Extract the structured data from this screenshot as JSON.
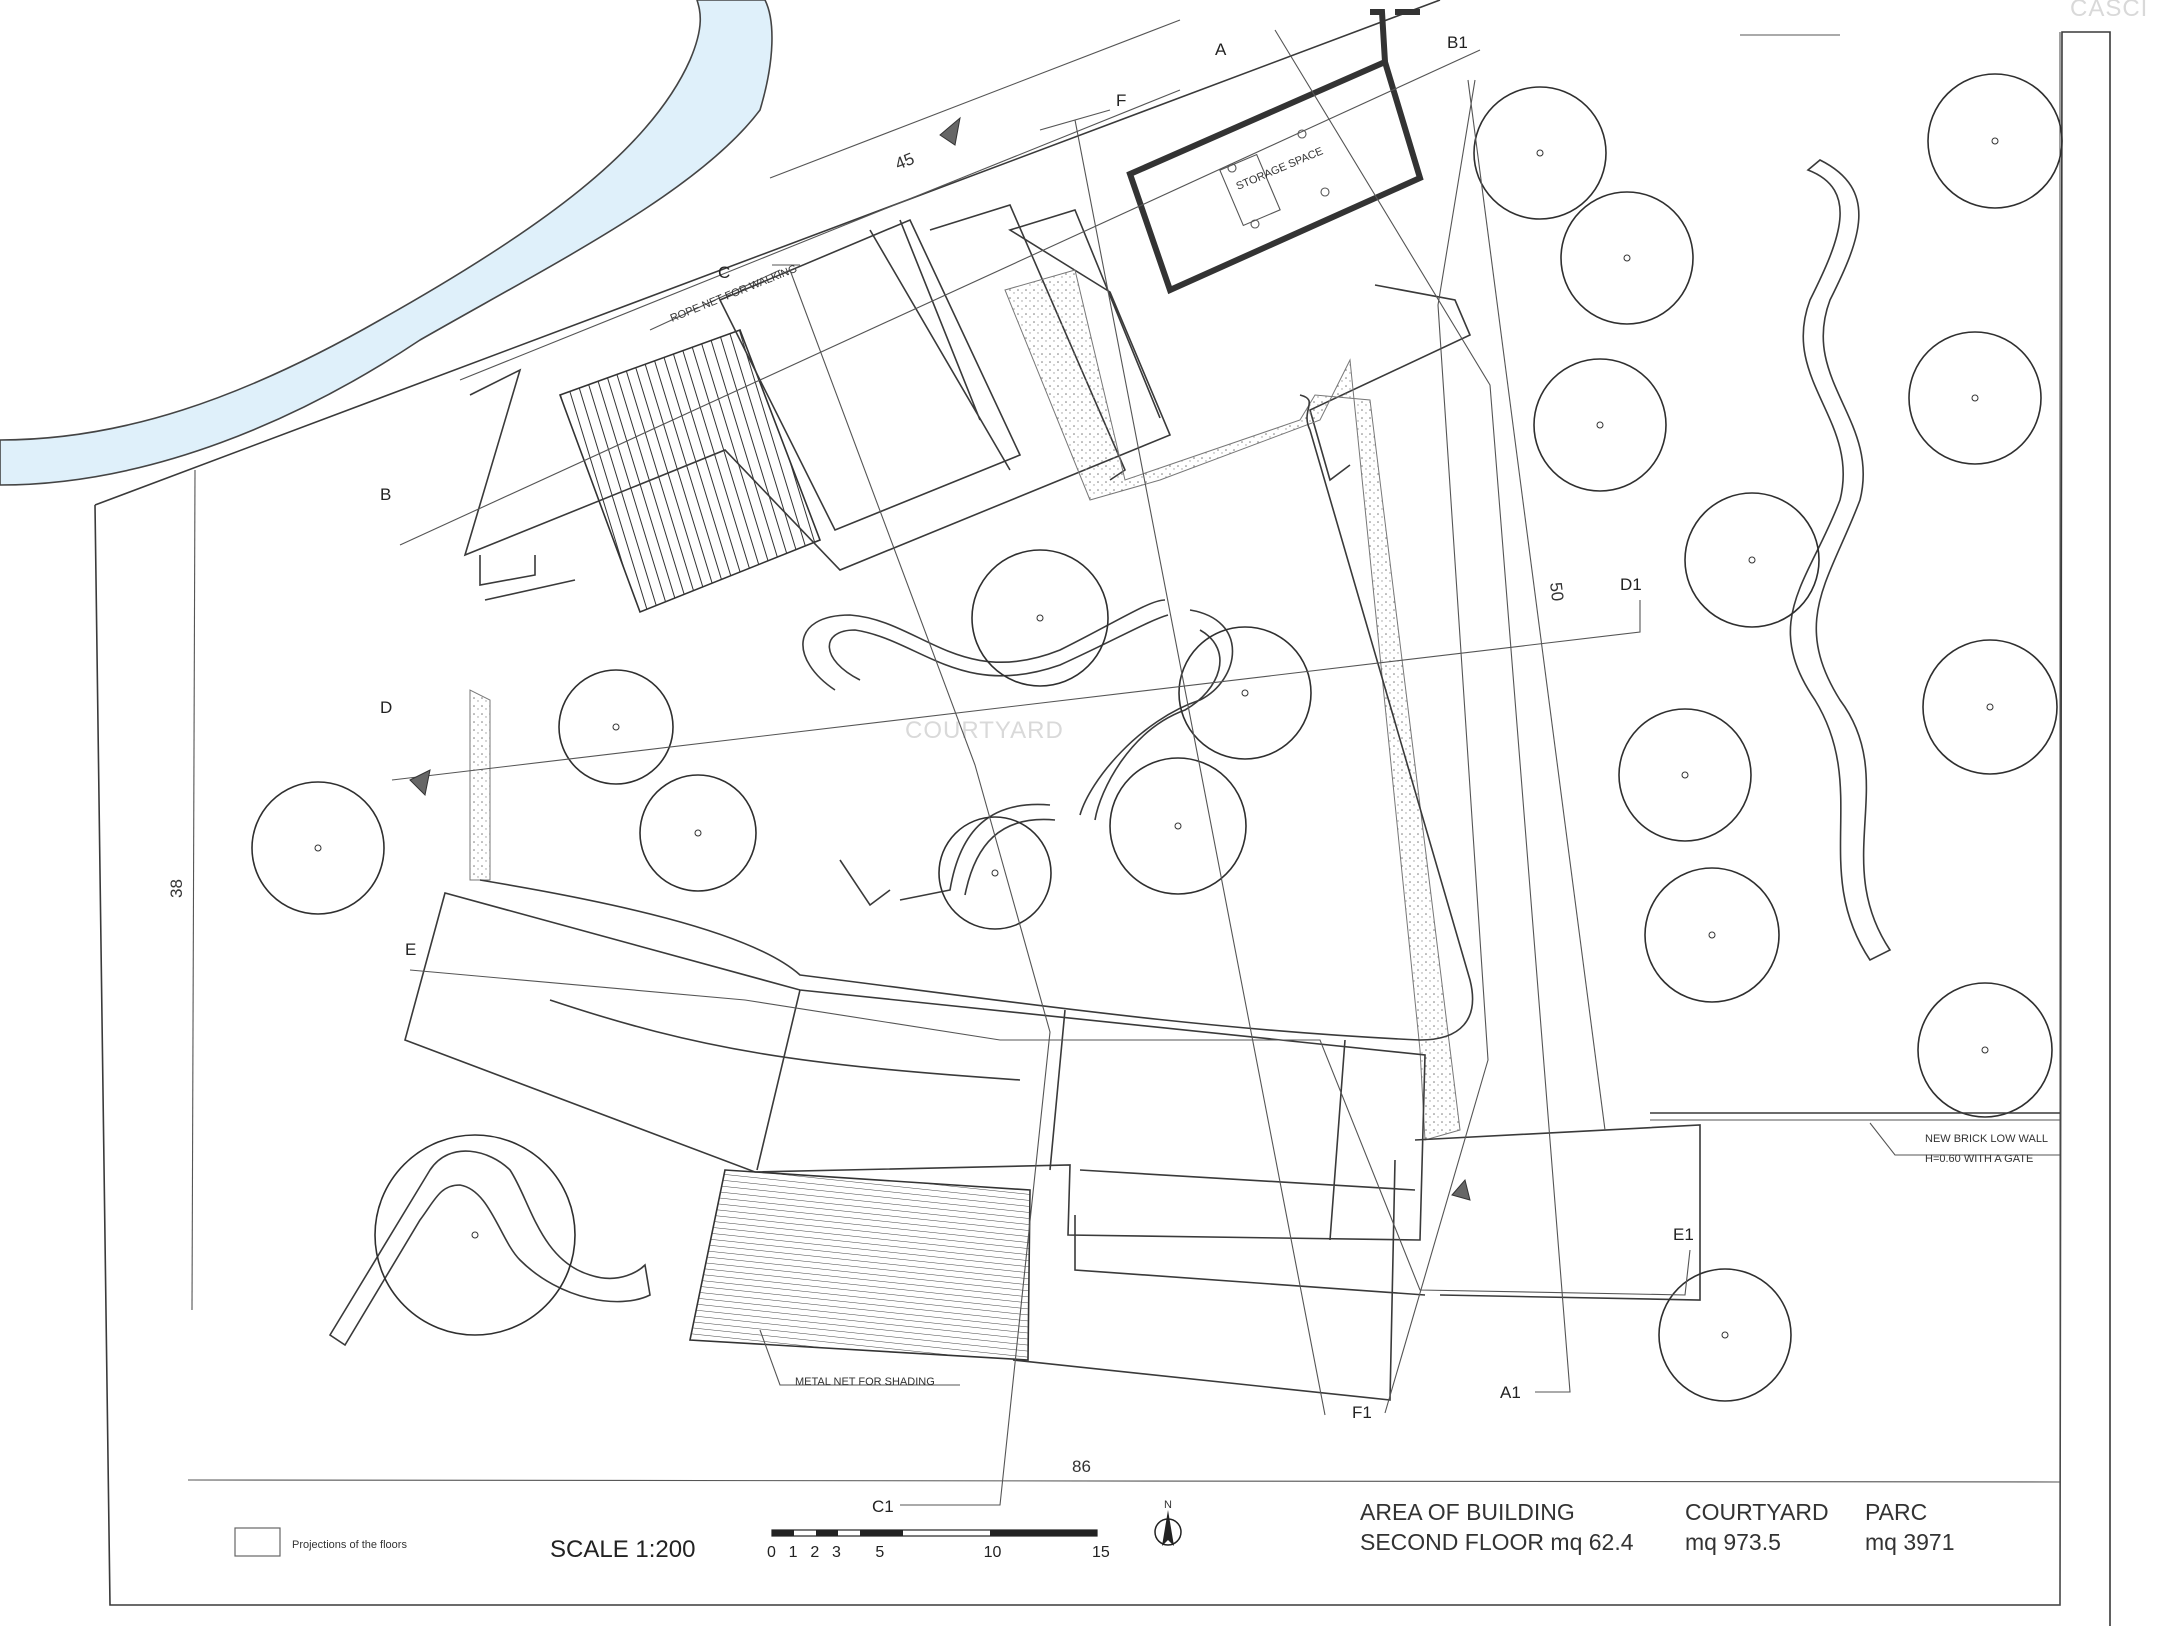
{
  "corner_label": "CASCI",
  "dimensions": {
    "top": "45",
    "left": "38",
    "right": "50",
    "bottom": "86"
  },
  "section_marks": {
    "a": "A",
    "a1": "A1",
    "b": "B",
    "b1": "B1",
    "c": "C",
    "c1": "C1",
    "d": "D",
    "d1": "D1",
    "e": "E",
    "e1": "E1",
    "f": "F",
    "f1": "F1"
  },
  "annotations": {
    "storage": "STORAGE SPACE",
    "rope_net": "ROPE NET FOR WALKING",
    "courtyard": "COURTYARD",
    "metal_net": "METAL NET FOR SHADING",
    "brick_wall_1": "NEW BRICK LOW WALL",
    "brick_wall_2": "H=0.60 WITH A GATE"
  },
  "legend": {
    "label": "Projections of the floors"
  },
  "scale": {
    "label": "SCALE 1:200",
    "ticks": [
      "0",
      "1",
      "2",
      "3",
      "5",
      "10",
      "15"
    ],
    "north": "N"
  },
  "areas": {
    "building_title": "AREA OF BUILDING",
    "building_value": "SECOND FLOOR mq 62.4",
    "courtyard_title": "COURTYARD",
    "courtyard_value": "mq 973.5",
    "parc_title": "PARC",
    "parc_value": "mq 3971"
  },
  "colors": {
    "canal": "#dff0fa",
    "line": "#3a3a3a",
    "hatch": "#555555"
  }
}
